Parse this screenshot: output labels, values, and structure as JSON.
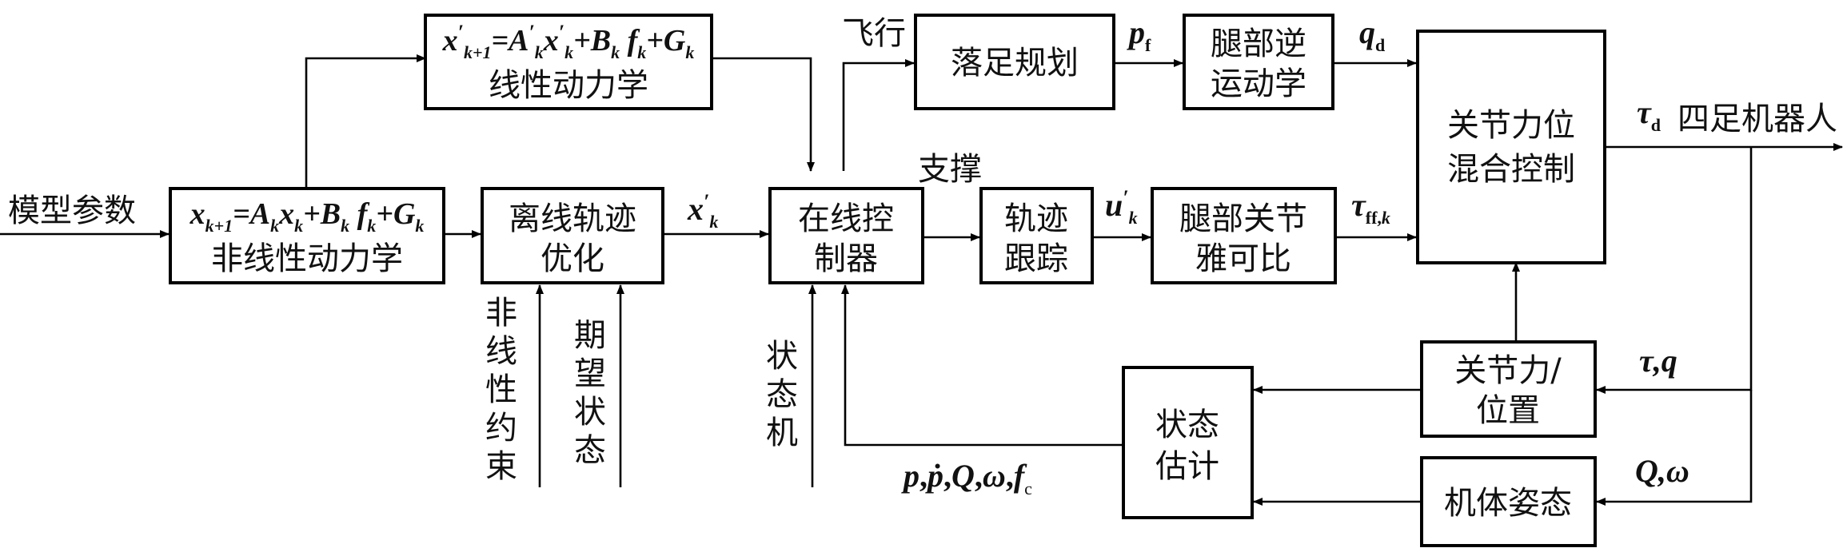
{
  "blocks": {
    "linear_dynamics": {
      "equation": "x′k+1 = A′k x′k + Bk fk + Gk",
      "label": "线性动力学"
    },
    "nonlinear_dynamics": {
      "equation": "xk+1 = Ak xk + Bk fk + Gk",
      "label": "非线性动力学"
    },
    "offline_traj": {
      "line1": "离线轨迹",
      "line2": "优化"
    },
    "online_ctrl": {
      "line1": "在线控",
      "line2": "制器"
    },
    "foothold": {
      "label": "落足规划"
    },
    "leg_ik": {
      "line1": "腿部逆",
      "line2": "运动学"
    },
    "traj_track": {
      "line1": "轨迹",
      "line2": "跟踪"
    },
    "leg_jacobian": {
      "line1": "腿部关节",
      "line2": "雅可比"
    },
    "hybrid_ctrl": {
      "line1": "关节力位",
      "line2": "混合控制"
    },
    "joint_fp": {
      "line1": "关节力/",
      "line2": "位置"
    },
    "state_est": {
      "line1": "状态",
      "line2": "估计"
    },
    "body_pose": {
      "label": "机体姿态"
    }
  },
  "labels": {
    "model_params": "模型参数",
    "x_prime_k": "x′k",
    "flight": "飞行",
    "support": "支撑",
    "p_f": "pf",
    "q_d": "qd",
    "tau_d": "τd",
    "quadruped": "四足机器人",
    "u_prime_k": "u′k",
    "tau_ff": "τff,k",
    "tau_q": "τ,q",
    "Q_omega": "Q,ω",
    "state_vars": "p, ṗ, Q, ω, fc",
    "nonlinear_constraints": [
      "非",
      "线",
      "性",
      "约",
      "束"
    ],
    "desired_state": [
      "期",
      "望",
      "状",
      "态"
    ],
    "state_machine": [
      "状",
      "态",
      "机"
    ]
  }
}
